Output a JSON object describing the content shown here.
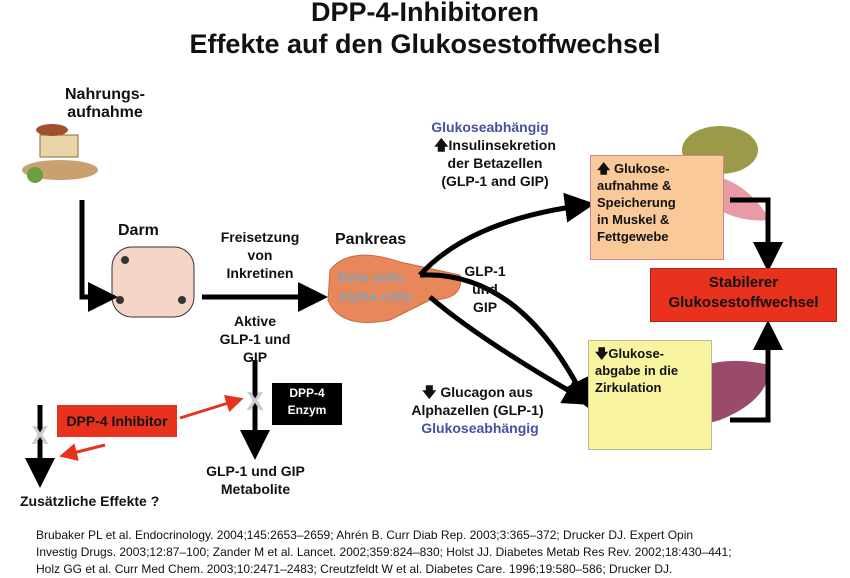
{
  "title": {
    "line1": "DPP-4-Inhibitoren",
    "line2": "Effekte auf den Glukosestoffwechsel"
  },
  "labels": {
    "nahrung": "Nahrungs-\naufnahme",
    "darm": "Darm",
    "freisetzung": "Freisetzung\nvon\nInkretinen",
    "pankreas": "Pankreas",
    "beta": "Beta cells",
    "alpha": "Alpha cells",
    "glp_gip": "GLP-1\nund\nGIP",
    "aktive": "Aktive\nGLP-1 und\nGIP",
    "dpp4_enzym": "DPP-4\nEnzym",
    "inhibitor": "DPP-4 Inhibitor",
    "metabolite": "GLP-1 und GIP\nMetabolite",
    "zusaetzlich": "Zusätzliche Effekte ?",
    "insulin_dep": "Glukoseabhängig",
    "insulin": "Insulinsekretion\nder Betazellen\n(GLP-1 and GIP)",
    "glucagon": "Glucagon aus\nAlphazellen (GLP-1)",
    "glucagon_dep": "Glukoseabhängig",
    "aufnahme": "Glukose-\naufnahme &\nSpeicherung\nin Muskel &\nFettgewebe",
    "abgabe": "Glukose-\nabgabe in die\nZirkulation",
    "stabil": "Stabilerer\nGlukosestoffwechsel"
  },
  "references": [
    "Brubaker PL et al. Endocrinology. 2004;145:2653–2659; Ahrén B. Curr Diab Rep. 2003;3:365–372; Drucker DJ. Expert Opin",
    "Investig Drugs. 2003;12:87–100; Zander M et al. Lancet. 2002;359:824–830; Holst JJ. Diabetes Metab Res Rev. 2002;18:430–441;",
    "Holz GG et al. Curr Med Chem. 2003;10:2471–2483; Creutzfeldt W et al. Diabetes Care. 1996;19:580–586; Drucker DJ."
  ],
  "colors": {
    "red": "#e8321e",
    "peach": "#f9c99a",
    "yellow": "#f8f4a0",
    "blue": "#4a4fa0",
    "pancreas": "#e8875a"
  }
}
